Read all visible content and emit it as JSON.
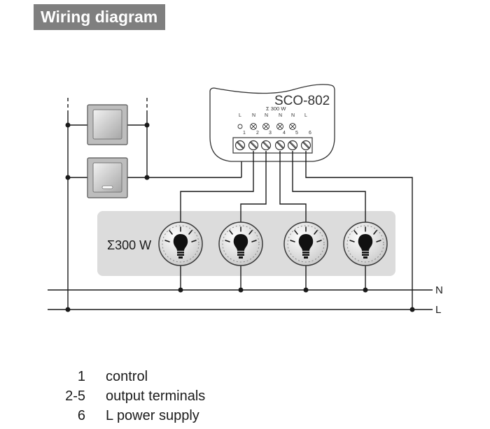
{
  "title": "Wiring diagram",
  "device": {
    "model": "SCO-802",
    "power_rating": "Σ 300 W",
    "terminal_letters": [
      "L",
      "N",
      "N",
      "N",
      "N",
      "L"
    ],
    "terminal_numbers": [
      "1",
      "2",
      "3",
      "4",
      "5",
      "6"
    ]
  },
  "load_group": {
    "label": "Σ300 W",
    "lamp_count": 4
  },
  "buses": {
    "neutral": "N",
    "live": "L"
  },
  "legend": [
    {
      "num": "1",
      "desc": "control"
    },
    {
      "num": "2-5",
      "desc": "output terminals"
    },
    {
      "num": "6",
      "desc": "L power supply"
    }
  ],
  "colors": {
    "title_bg": "#7f7f7f",
    "wire": "#1a1a1a",
    "load_panel": "#dcdcdc",
    "device_outline": "#333333"
  }
}
